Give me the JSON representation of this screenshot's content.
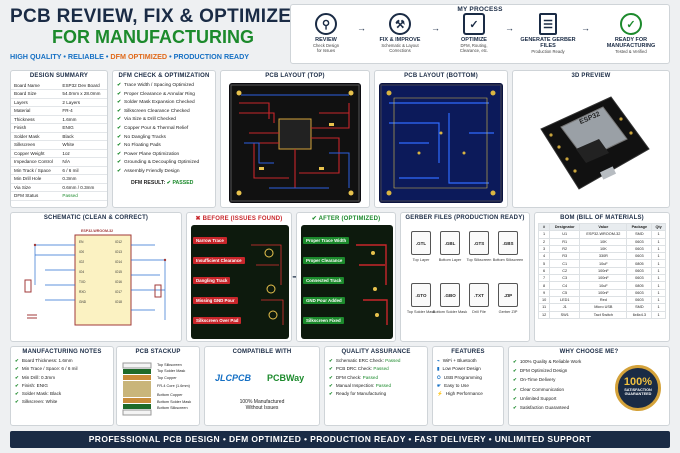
{
  "header": {
    "title1": "PCB REVIEW, FIX & OPTIMIZE",
    "title2": "FOR MANUFACTURING",
    "tag_a": "HIGH QUALITY",
    "tag_sep1": "•",
    "tag_b": "RELIABLE",
    "tag_sep2": "•",
    "tag_c": "DFM OPTIMIZED",
    "tag_sep3": "•",
    "tag_d": "PRODUCTION READY"
  },
  "process": {
    "title": "MY PROCESS",
    "steps": [
      {
        "icon": "search-icon",
        "name": "REVIEW",
        "d1": "Check Design",
        "d2": "for Issues"
      },
      {
        "icon": "wrench-icon",
        "name": "FIX & IMPROVE",
        "d1": "Schematic & Layout",
        "d2": "Corrections"
      },
      {
        "icon": "check-icon",
        "name": "OPTIMIZE",
        "d1": "DFM, Routing,",
        "d2": "Clearance, etc."
      },
      {
        "icon": "file-icon",
        "name": "GENERATE GERBER FILES",
        "d1": "Production Ready",
        "d2": ""
      },
      {
        "icon": "check-circle-icon",
        "name": "READY FOR MANUFACTURING",
        "d1": "Tested & Verified",
        "d2": ""
      }
    ]
  },
  "design_summary": {
    "title": "DESIGN SUMMARY",
    "rows": [
      [
        "Board Name",
        "ESP32 Dev Board"
      ],
      [
        "Board Size",
        "54.0mm x 28.0mm"
      ],
      [
        "Layers",
        "2 Layers"
      ],
      [
        "Material",
        "FR-4"
      ],
      [
        "Thickness",
        "1.6mm"
      ],
      [
        "Finish",
        "ENIG"
      ],
      [
        "Solder Mask",
        "Black"
      ],
      [
        "Silkscreen",
        "White"
      ],
      [
        "Copper Weight",
        "1oz"
      ],
      [
        "Impedance Control",
        "N/A"
      ],
      [
        "Min Track / Space",
        "6 / 6 mil"
      ],
      [
        "Min Drill Hole",
        "0.3mm"
      ],
      [
        "Via Size",
        "0.6mm / 0.3mm"
      ],
      [
        "DFM Status",
        "Passed"
      ]
    ]
  },
  "dfm": {
    "title": "DFM CHECK & OPTIMIZATION",
    "items": [
      "Trace Width / Spacing Optimized",
      "Proper Clearance & Annular Ring",
      "Solder Mask Expansion Checked",
      "Silkscreen Clearance Checked",
      "Via Size & Drill Checked",
      "Copper Pour & Thermal Relief",
      "No Dangling Tracks",
      "No Floating Pads",
      "Power Plane Optimization",
      "Grounding & Decoupling Optimized",
      "Assembly Friendly Design"
    ],
    "result_label": "DFM RESULT:",
    "result": "PASSED"
  },
  "layout_top": {
    "title": "PCB LAYOUT (TOP)"
  },
  "layout_bottom": {
    "title": "PCB LAYOUT (BOTTOM)"
  },
  "preview": {
    "title": "3D PREVIEW",
    "chip": "ESP32"
  },
  "schematic": {
    "title": "SCHEMATIC (CLEAN & CORRECT)",
    "ic": "ESP32-WROOM-32"
  },
  "before": {
    "title": "BEFORE (ISSUES FOUND)",
    "issues": [
      "Narrow Trace",
      "Insufficient Clearance",
      "Dangling Track",
      "Missing GND Pour",
      "Silkscreen Over Pad"
    ]
  },
  "after": {
    "title": "AFTER (OPTIMIZED)",
    "fixes": [
      "Proper Trace Width",
      "Proper Clearance",
      "Connected Track",
      "GND Pour Added",
      "Silkscreen Fixed"
    ]
  },
  "gerber": {
    "title": "GERBER FILES (PRODUCTION READY)",
    "files": [
      {
        "ext": ".GTL",
        "label": "Top Layer"
      },
      {
        "ext": ".GBL",
        "label": "Bottom Layer"
      },
      {
        "ext": ".GTS",
        "label": "Top Silkscreen"
      },
      {
        "ext": ".GBS",
        "label": "Bottom Silkscreen"
      },
      {
        "ext": ".GTO",
        "label": "Top Solder Mask"
      },
      {
        "ext": ".GBO",
        "label": "Bottom Solder Mask"
      },
      {
        "ext": ".TXT",
        "label": "Drill File"
      },
      {
        "ext": ".ZIP",
        "label": "Gerber ZIP"
      }
    ]
  },
  "bom": {
    "title": "BOM  (BILL OF MATERIALS)",
    "headers": [
      "#",
      "Designator",
      "Value",
      "Package",
      "Qty"
    ],
    "rows": [
      [
        "1",
        "U1",
        "ESP32-WROOM-32",
        "SMD",
        "1"
      ],
      [
        "2",
        "R1",
        "10K",
        "0603",
        "1"
      ],
      [
        "3",
        "R2",
        "10K",
        "0603",
        "1"
      ],
      [
        "4",
        "R3",
        "330R",
        "0603",
        "1"
      ],
      [
        "5",
        "C1",
        "10uF",
        "0805",
        "1"
      ],
      [
        "6",
        "C2",
        "100nF",
        "0603",
        "1"
      ],
      [
        "7",
        "C3",
        "100nF",
        "0603",
        "1"
      ],
      [
        "8",
        "C4",
        "10uF",
        "0805",
        "1"
      ],
      [
        "9",
        "C5",
        "100nF",
        "0603",
        "1"
      ],
      [
        "10",
        "LED1",
        "Red",
        "0603",
        "1"
      ],
      [
        "11",
        "J1",
        "Micro USB",
        "SMD",
        "1"
      ],
      [
        "12",
        "SW1",
        "Tact Switch",
        "6x6x4.3",
        "1"
      ]
    ]
  },
  "notes": {
    "title": "MANUFACTURING NOTES",
    "items": [
      "Board Thickness: 1.6mm",
      "Min Trace / Space: 6 / 6 mil",
      "Min Drill: 0.3mm",
      "Finish: ENIG",
      "Solder Mask: Black",
      "Silkscreen: White"
    ]
  },
  "stackup": {
    "title": "PCB STACKUP",
    "layers": [
      "Top Silkscreen",
      "Top Solder Mask",
      "Top Copper",
      "FR-4 Core (1.6mm)",
      "Bottom Copper",
      "Bottom Solder Mask",
      "Bottom Silkscreen"
    ]
  },
  "compat": {
    "title": "COMPATIBLE WITH",
    "brand1": "JLCPCB",
    "brand2": "PCBWay",
    "note1": "100% Manufactured",
    "note2": "Without Issues"
  },
  "qa": {
    "title": "QUALITY ASSURANCE",
    "items": [
      [
        "Schematic ERC Check: ",
        "Passed"
      ],
      [
        "PCB DRC Check: ",
        "Passed"
      ],
      [
        "DFM Check: ",
        "Passed"
      ],
      [
        "Manual Inspection: ",
        "Passed"
      ],
      [
        "Ready for Manufacturing",
        ""
      ]
    ]
  },
  "features": {
    "title": "FEATURES",
    "items": [
      "WiFi + Bluetooth",
      "Low Power Design",
      "USB Programming",
      "Easy to Use",
      "High Performance"
    ]
  },
  "why": {
    "title": "WHY CHOOSE ME?",
    "items": [
      "100% Quality & Reliable Work",
      "DFM Optimized Design",
      "On-Time Delivery",
      "Clear Communication",
      "Unlimited Support",
      "Satisfaction Guaranteed"
    ],
    "badge1": "100%",
    "badge2": "SATISFACTION",
    "badge3": "GUARANTEED"
  },
  "banner": "PROFESSIONAL PCB DESIGN   •   DFM OPTIMIZED   •   PRODUCTION READY   •   FAST DELIVERY   •   UNLIMITED SUPPORT"
}
